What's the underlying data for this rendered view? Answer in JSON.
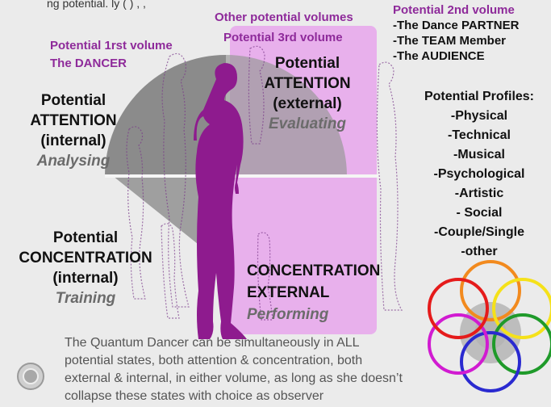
{
  "colors": {
    "background": "#ebebeb",
    "wedge": "#7f7f7f",
    "pink_panel": "#e8a6ec",
    "silhouette": "#8e1b8e",
    "purple_text": "#8e2a9a"
  },
  "header": {
    "top_fragment": "ng potential.  ly ( ) , ,",
    "second_volume_title": "Potential 2nd volume",
    "second_volume_items": [
      "-The Dance PARTNER",
      "-The TEAM Member",
      "-The AUDIENCE"
    ]
  },
  "labels": {
    "other_volumes": "Other potential  volumes",
    "third_volume": "Potential 3rd volume",
    "first_volume_line1": "Potential 1rst volume",
    "first_volume_line2": "The DANCER"
  },
  "quadrants": {
    "attention_internal": {
      "l1": "Potential",
      "l2": "ATTENTION",
      "l3": "(internal)",
      "l4": "Analysing"
    },
    "attention_external": {
      "l1": "Potential",
      "l2": "ATTENTION",
      "l3": "(external)",
      "l4": "Evaluating"
    },
    "concentration_internal": {
      "l1": "Potential",
      "l2": "CONCENTRATION",
      "l3": "(internal)",
      "l4": "Training"
    },
    "concentration_external": {
      "l1": "CONCENTRATION",
      "l2": "EXTERNAL",
      "l3": "Performing"
    }
  },
  "profiles": {
    "title": "Potential  Profiles:",
    "items": [
      "-Physical",
      "-Technical",
      "-Musical",
      "-Psychological",
      "-Artistic",
      "- Social",
      "-Couple/Single",
      "-other"
    ]
  },
  "caption": {
    "line1": "The Quantum Dancer can be simultaneously in ALL",
    "line2": "potential states, both attention & concentration,  both",
    "line3": "external & internal, in either volume, as long as she doesn’t",
    "line4": "collapse these states with choice as observer"
  },
  "rings": {
    "colors": [
      "#f28a1e",
      "#f5e11a",
      "#1f9a2a",
      "#2a2ad0",
      "#d11bd1",
      "#e51b1b"
    ]
  }
}
